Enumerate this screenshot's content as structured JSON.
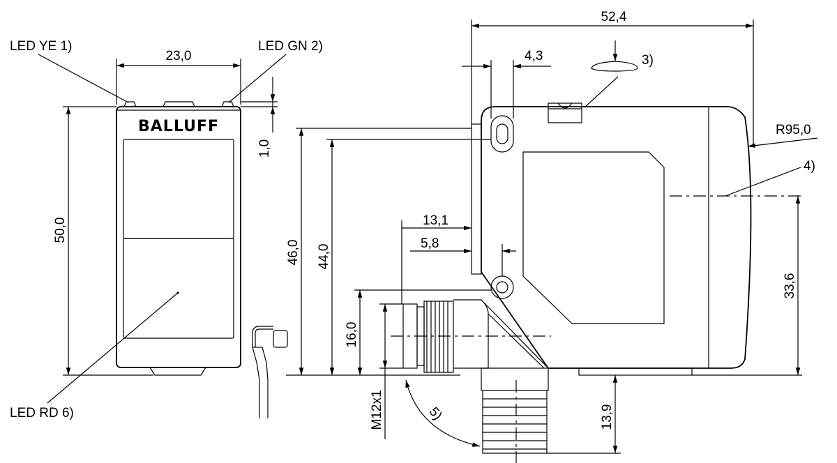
{
  "brand": "BALLUFF",
  "front_view": {
    "width_dim": "23,0",
    "height_dim": "50,0",
    "offset_dim": "1,0",
    "led_ye": "LED YE 1)",
    "led_gn": "LED GN 2)",
    "led_rd": "LED RD 6)"
  },
  "side_view": {
    "overall_width": "52,4",
    "hole_dim": "4,3",
    "note_3": "3)",
    "note_4": "4)",
    "note_5": "5)",
    "radius": "R95,0",
    "dim_13_1": "13,1",
    "dim_5_8": "5,8",
    "height_46": "46,0",
    "height_44": "44,0",
    "height_16": "16,0",
    "height_33_6": "33,6",
    "height_13_9": "13,9",
    "thread": "M12x1"
  }
}
